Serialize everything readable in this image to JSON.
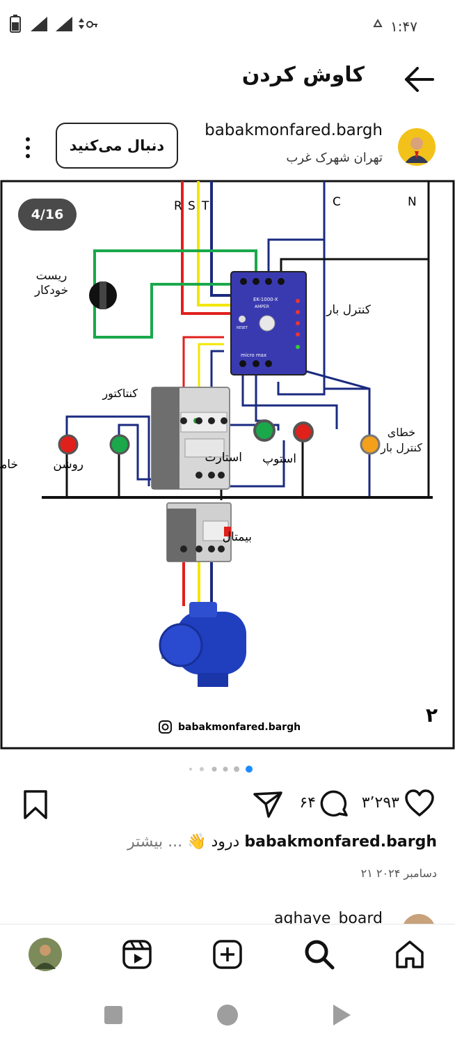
{
  "status_bar": {
    "time": "۱:۴۷"
  },
  "header": {
    "title": "کاوش کردن"
  },
  "post": {
    "username": "babakmonfared.bargh",
    "location": "تهران شهرک غرب",
    "follow_label": "دنبال می‌کنید",
    "slide_counter": "4/16",
    "slides_total_dots": 6,
    "active_dot_index": 5
  },
  "diagram": {
    "phase_labels": {
      "r": "R",
      "s": "S",
      "t": "T",
      "c": "C",
      "n": "N"
    },
    "auto_reset": "ریست خودکار",
    "load_control": "کنترل بار",
    "contactor": "کنتاکتور",
    "off": "خاموش",
    "on": "روشن",
    "start": "استارت",
    "stop": "استوپ",
    "load_control_fault": "خطای کنترل بار",
    "bimetal": "بیمتال",
    "watermark": "babakmonfared.bargh",
    "page_number": "۲",
    "relay_model": "EK-1000-X",
    "relay_brand": "micro max",
    "relay_amper": "AMPER",
    "relay_reset": "RESET"
  },
  "actions": {
    "likes": "۳٬۲۹۳",
    "comments": "۶۴"
  },
  "caption": {
    "username": "babakmonfared.bargh",
    "text": "درود 👋",
    "more": "... بیشتر"
  },
  "date": "۲۱ دسامبر ۲۰۲۴",
  "next_post_user": "aghaye_board",
  "colors": {
    "accent_blue": "#1a8cff",
    "wire_red": "#e0201b",
    "wire_yellow": "#f2e600",
    "wire_navy": "#1a2a80",
    "wire_green": "#1aa84b",
    "relay_blue": "#3a3ab0"
  }
}
